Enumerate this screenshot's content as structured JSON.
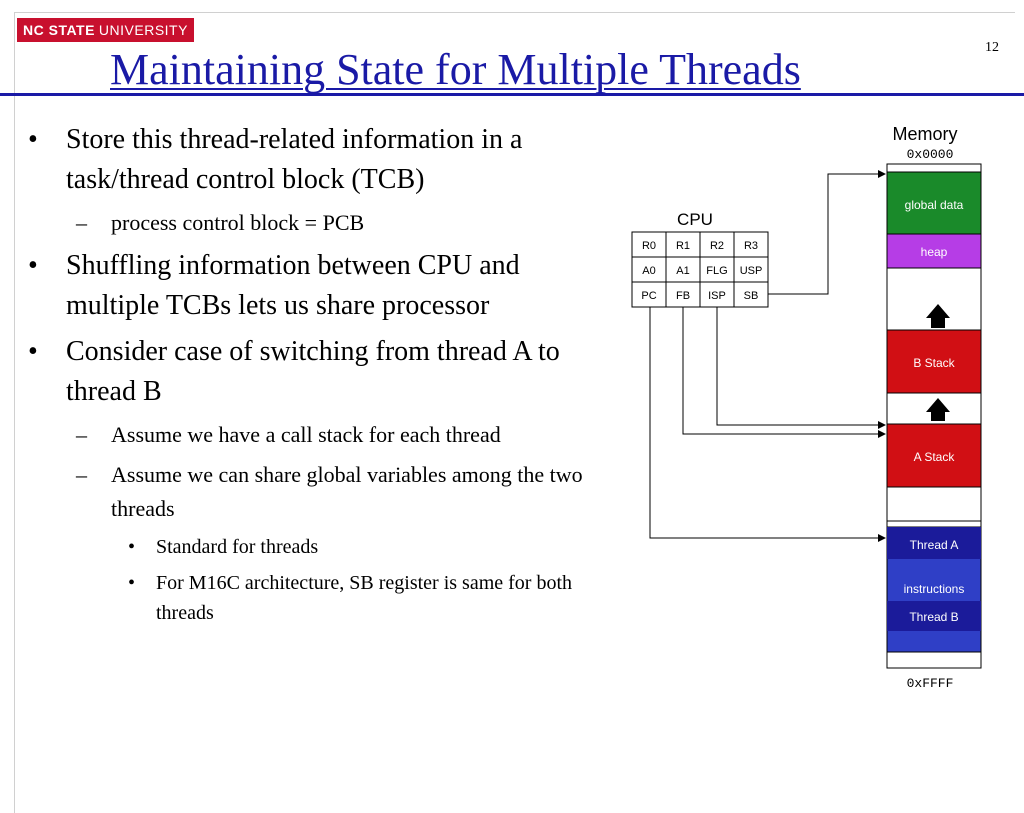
{
  "header": {
    "logo_bold": "NC STATE",
    "logo_light": "UNIVERSITY",
    "page_number": "12",
    "title": "Maintaining State for Multiple Threads"
  },
  "bullets": {
    "b1": "Store this thread-related information in a task/thread control block (TCB)",
    "b1_1": "process control block = PCB",
    "b2": "Shuffling information between CPU and multiple TCBs lets us share processor",
    "b3": "Consider case of switching from thread A to thread B",
    "b3_1": "Assume we have a call stack for each thread",
    "b3_2": "Assume we can share global variables among the two threads",
    "b3_2_1": "Standard for threads",
    "b3_2_2": "For M16C architecture, SB register is same for both threads"
  },
  "markers": {
    "dot": "•",
    "dash": "–"
  },
  "diagram": {
    "cpu_label": "CPU",
    "registers": [
      [
        "R0",
        "R1",
        "R2",
        "R3"
      ],
      [
        "A0",
        "A1",
        "FLG",
        "USP"
      ],
      [
        "PC",
        "FB",
        "ISP",
        "SB"
      ]
    ],
    "memory_label": "Memory",
    "addr_top": "0x0000",
    "addr_bottom": "0xFFFF",
    "segments": {
      "global_data": "global data",
      "heap": "heap",
      "b_stack": "B Stack",
      "a_stack": "A Stack",
      "thread_a": "Thread A",
      "instructions": "instructions",
      "thread_b": "Thread B"
    },
    "colors": {
      "title_blue": "#1a1aa6",
      "global_data": "#1a8a2a",
      "heap": "#b63de6",
      "stack": "#d10f14",
      "instructions": "#2f3fc6",
      "thread_b": "#1b1b9a",
      "nc_state_red": "#c8102e"
    }
  }
}
